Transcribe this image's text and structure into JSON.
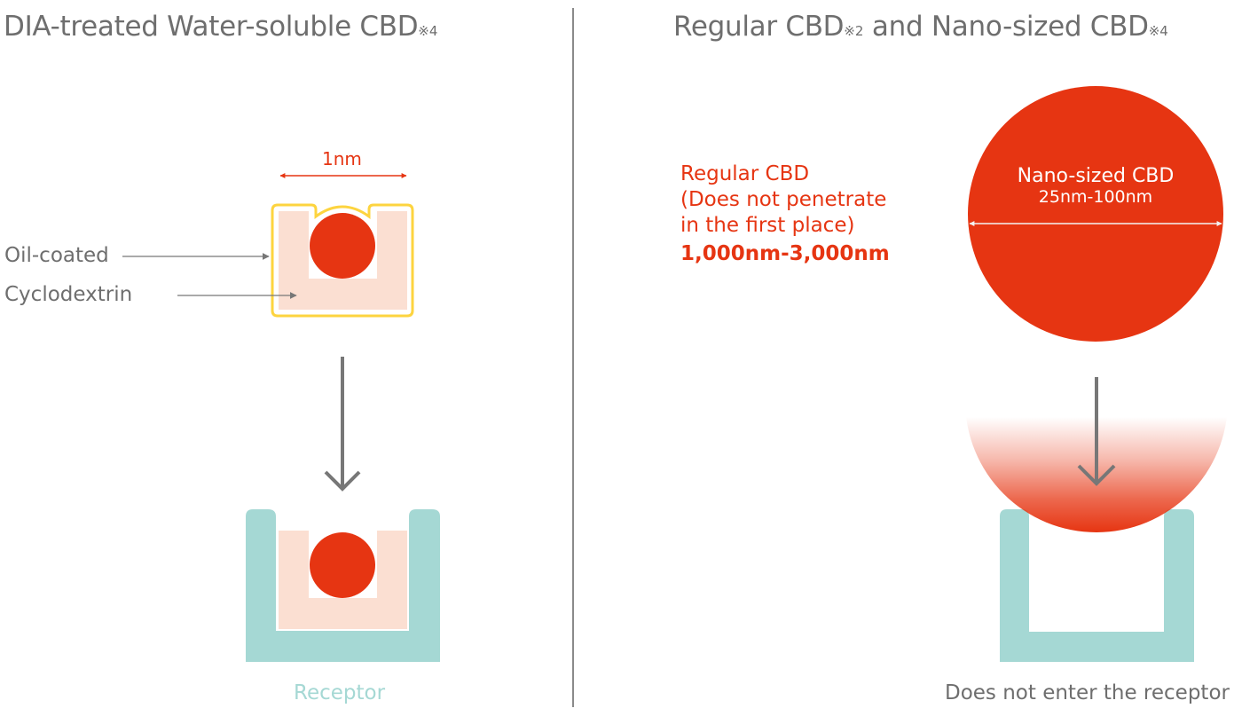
{
  "left_panel": {
    "title": "DIA-treated Water-soluble CBD",
    "title_note": "※4",
    "size_label": "1nm",
    "labels": {
      "oil_coated": "Oil-coated",
      "cyclodextrin": "Cyclodextrin"
    },
    "receptor_label": "Receptor"
  },
  "right_panel": {
    "title_part1": "Regular CBD",
    "title_note1": "※2",
    "title_part2": " and Nano-sized CBD",
    "title_note2": "※4",
    "regular_cbd": {
      "line1": "Regular CBD",
      "line2": "(Does not penetrate",
      "line3": "in the first place)",
      "size": "1,000nm-3,000nm"
    },
    "nano_cbd": {
      "name": "Nano-sized CBD",
      "size": "25nm-100nm"
    },
    "result_label": "Does not enter the receptor"
  },
  "colors": {
    "cbd_red": "#e63512",
    "cyclodextrin_pink": "#fbdfd2",
    "oil_yellow": "#fdd43f",
    "receptor_teal": "#a5d8d4",
    "text_gray": "#6e6e6e",
    "arrow_gray": "#777777"
  }
}
